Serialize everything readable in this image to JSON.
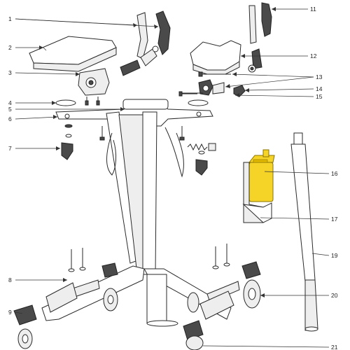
{
  "labels": {
    "l1": "1",
    "l2": "2",
    "l3": "3",
    "l4": "4",
    "l5": "5",
    "l6": "6",
    "l7": "7",
    "l8": "8",
    "l9": "9",
    "l11": "11",
    "l12": "12",
    "l13": "13",
    "l14": "14",
    "l15": "15",
    "l16": "16",
    "l17": "17",
    "l19": "19",
    "l20": "20",
    "l21": "21"
  },
  "colors": {
    "highlight": "#f5d327",
    "line": "#2a2a2a",
    "fill": "#eeeeee"
  }
}
